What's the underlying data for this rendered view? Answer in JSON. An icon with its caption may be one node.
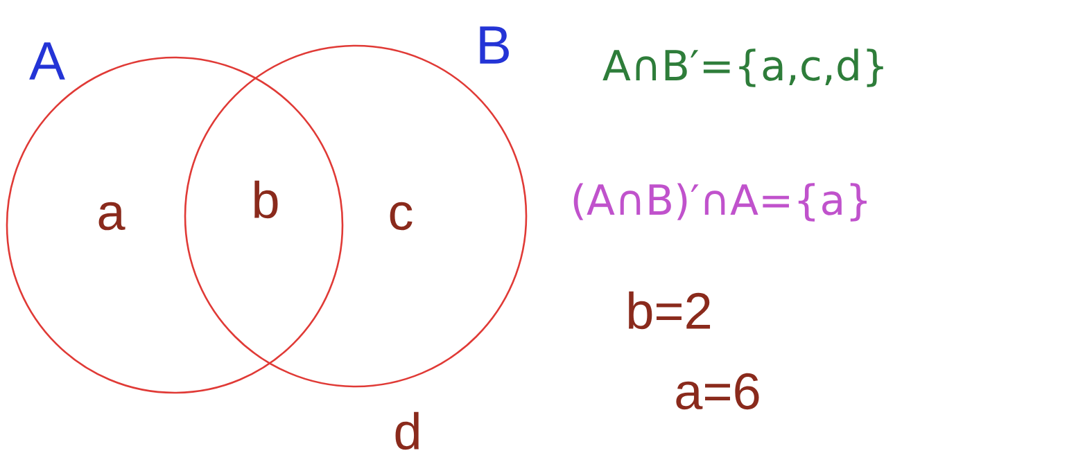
{
  "diagram": {
    "nodes": [
      {
        "text": [
          "A"
        ]
      },
      {
        "text": [
          "B"
        ]
      }
    ],
    "edges": [],
    "labels": [
      "a",
      "b",
      "c",
      "d",
      "A∩B′={a,c,d}",
      "(A∩B)′∩A={a}",
      "b=2",
      "a=6"
    ]
  }
}
